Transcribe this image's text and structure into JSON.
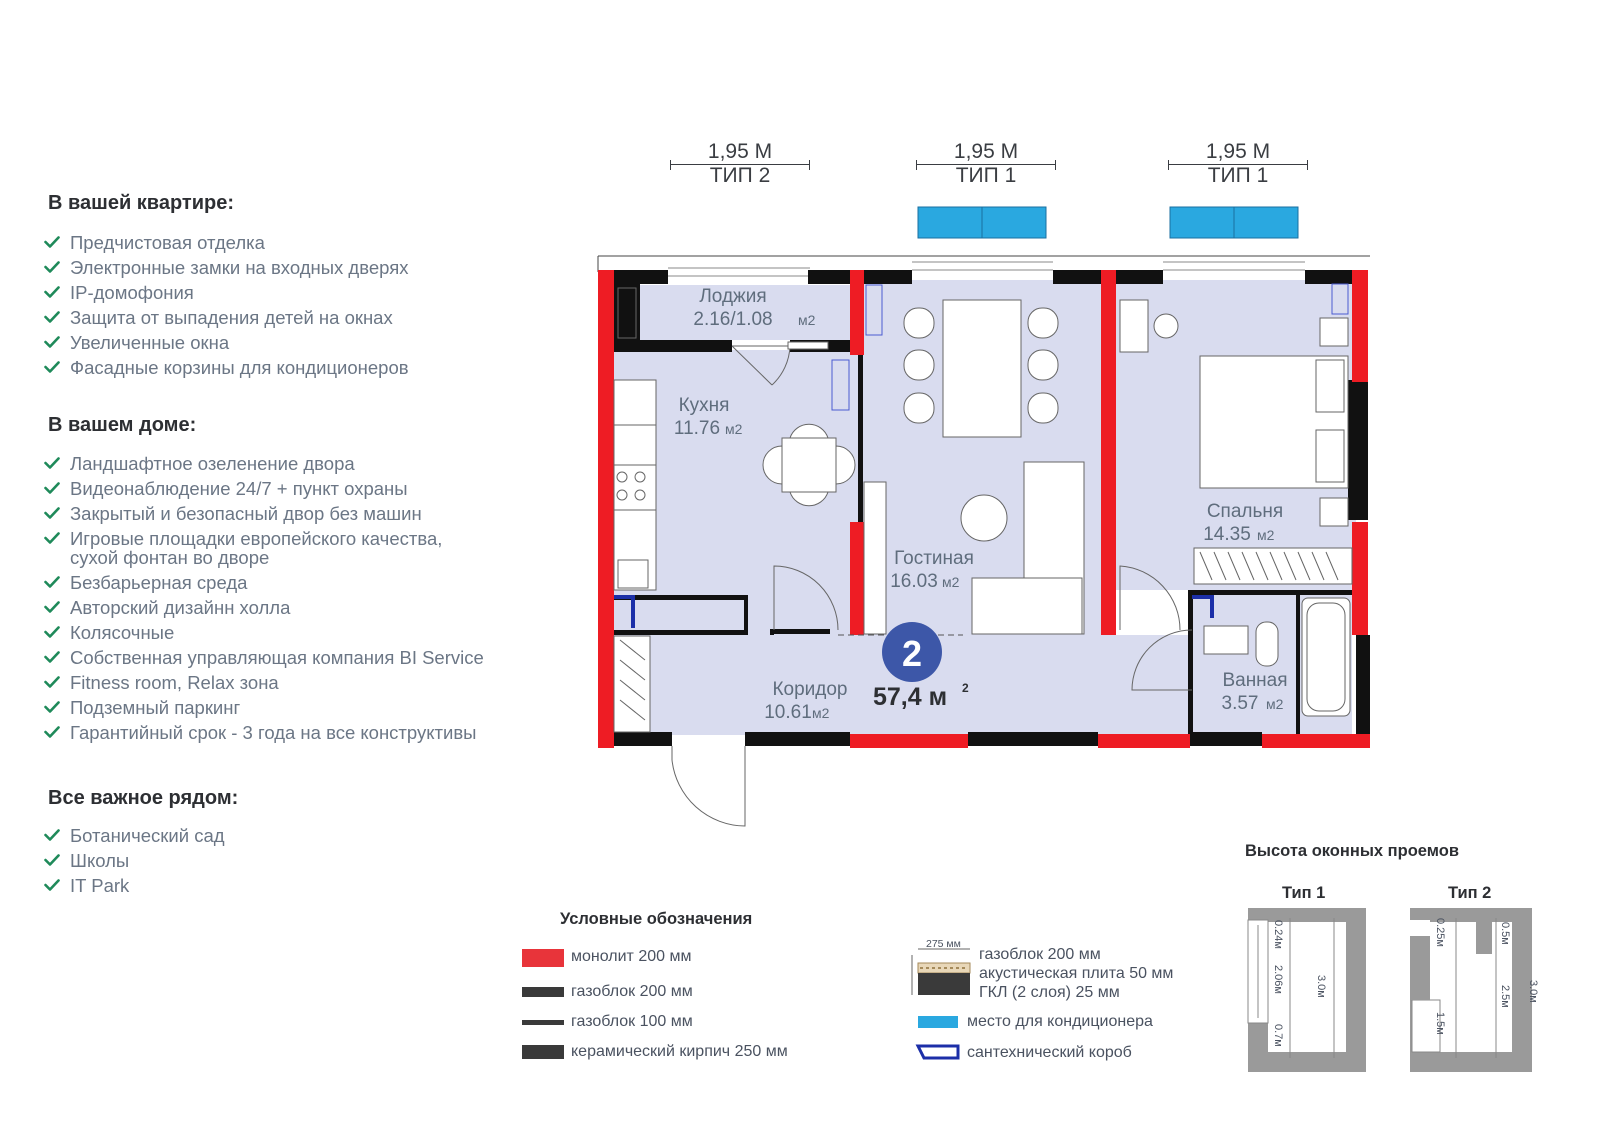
{
  "features": {
    "apartment": {
      "title": "В вашей квартире:",
      "items": [
        "Предчистовая отделка",
        "Электронные замки на входных дверях",
        "IP-домофония",
        "Защита от выпадения детей на окнах",
        "Увеличенные окна",
        "Фасадные корзины для кондиционеров"
      ]
    },
    "house": {
      "title": "В вашем доме:",
      "items": [
        "Ландшафтное озеленение двора",
        "Видеонаблюдение 24/7 + пункт охраны",
        "Закрытый и безопасный двор без машин",
        "Игровые площадки европейского качества,",
        "сухой фонтан во дворе",
        "Безбарьерная среда",
        "Авторский дизайнн холла",
        "Колясочные",
        "Собственная управляющая компания BI Service",
        "Fitness room, Relax зона",
        "Подземный паркинг",
        "Гарантийный срок - 3 года на все конструктивы"
      ]
    },
    "nearby": {
      "title": "Все важное рядом:",
      "items": [
        "Ботанический сад",
        "Школы",
        "IT Park"
      ]
    }
  },
  "windows": [
    {
      "width": "1,95 М",
      "type": "ТИП 2"
    },
    {
      "width": "1,95 М",
      "type": "ТИП 1"
    },
    {
      "width": "1,95 М",
      "type": "ТИП 1"
    }
  ],
  "rooms": {
    "loggia": {
      "name": "Лоджия",
      "area": "2.16/1.08",
      "unit": "м2"
    },
    "kitchen": {
      "name": "Кухня",
      "area": "11.76",
      "unit": "м2"
    },
    "living": {
      "name": "Гостиная",
      "area": "16.03",
      "unit": "м2"
    },
    "bedroom": {
      "name": "Спальня",
      "area": "14.35",
      "unit": "м2"
    },
    "corridor": {
      "name": "Коридор",
      "area": "10.61",
      "unit": "м2"
    },
    "bathroom": {
      "name": "Ванная",
      "area": "3.57",
      "unit": "м2"
    }
  },
  "apartment": {
    "rooms": "2",
    "total_area": "57,4 м",
    "area_sup": "2"
  },
  "legend": {
    "title": "Условные обозначения",
    "items": [
      {
        "label": "монолит 200 мм",
        "color": "#e8343a"
      },
      {
        "label": "газоблок 200 мм",
        "color": "#3a3a3a"
      },
      {
        "label": "газоблок 100 мм",
        "color": "#3a3a3a"
      },
      {
        "label": "керамический кирпич 250 мм",
        "color": "#3a3a3a"
      }
    ],
    "composite": {
      "dim": "275 мм",
      "lines": [
        "газоблок 200 мм",
        "акустическая плита 50 мм",
        "ГКЛ (2 слоя) 25 мм"
      ]
    },
    "ac": {
      "label": "место для кондиционера",
      "color": "#2aa8e0"
    },
    "shaft": {
      "label": "сантехнический короб",
      "color": "#1c2fa8"
    }
  },
  "window_heights": {
    "title": "Высота оконных проемов",
    "type1": {
      "label": "Тип 1",
      "top": "0.24м",
      "mid": "2.06м",
      "bottom": "0.7м",
      "total": "3.0м"
    },
    "type2": {
      "label": "Тип 2",
      "top": "0.25м",
      "top2": "0.5м",
      "mid": "2.5м",
      "bottom": "1.5м",
      "total": "3.0м"
    }
  },
  "colors": {
    "monolith": "#ee1c24",
    "wall": "#111111",
    "floor": "#d9dcef",
    "accent": "#3d57a8",
    "check": "#1f8a5a",
    "ac": "#2aa8e0"
  }
}
